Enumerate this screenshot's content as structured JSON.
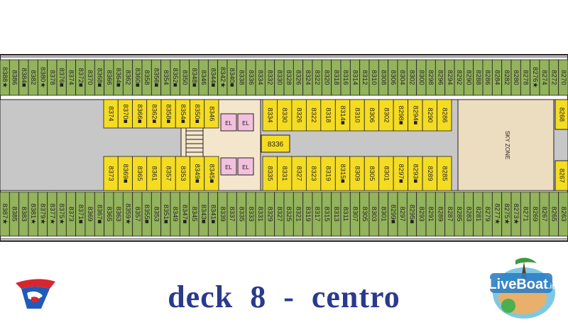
{
  "title": "deck  8  -  centro",
  "colors": {
    "outer_cabin": "#93b35c",
    "inner_cabin": "#f4dc23",
    "corridor": "#c7c7c7",
    "lobby": "#f4e6cc",
    "sky_zone": "#ecdcc0",
    "elevator": "#f2c1de",
    "title": "#2a3a8c",
    "outline": "#231f20"
  },
  "sky_zone_label": "SKY ZONE",
  "center_cabin": "8336",
  "elevator_label": "EL",
  "top_outer_row": [
    "8388★",
    "8386",
    "8384■",
    "8382",
    "8380★",
    "8378",
    "8376■",
    "8374",
    "8372■",
    "8370",
    "8368■",
    "8366",
    "8364■",
    "8362",
    "8360■",
    "8358",
    "8356■",
    "8354",
    "8352■",
    "8350",
    "8348■",
    "8346",
    "8344■",
    "8342★",
    "8340■",
    "8338",
    "8336",
    "8334",
    "8332",
    "8330",
    "8328",
    "8326",
    "8324",
    "8322",
    "8320",
    "8318",
    "8316",
    "8314",
    "8312",
    "8310",
    "8308",
    "8306",
    "8304",
    "8302",
    "8300",
    "8298",
    "8296",
    "8294",
    "8292",
    "8290",
    "8288",
    "8286",
    "8284",
    "8282",
    "8280",
    "8278",
    "8276★",
    "8274",
    "8272",
    "8270"
  ],
  "upper_inner_left": [
    "8374",
    "8370■",
    "8366■",
    "8362■",
    "8358■",
    "8354■",
    "8350■",
    "8346"
  ],
  "upper_inner_right": [
    "8334",
    "8330",
    "8326",
    "8322",
    "8318",
    "8314■",
    "8310",
    "8306",
    "8302",
    "8298■",
    "8294■",
    "8290",
    "8286"
  ],
  "lower_inner_left": [
    "8373",
    "8369■",
    "8365",
    "8361",
    "8357",
    "8353",
    "8349■",
    "8345■"
  ],
  "lower_inner_right": [
    "8335",
    "8331",
    "8327",
    "8323",
    "8319",
    "8315■",
    "8309",
    "8305",
    "8301",
    "8297■",
    "8293■",
    "8289",
    "8285"
  ],
  "bottom_outer_row": [
    "8387★",
    "8385",
    "8383",
    "8381★",
    "8379★",
    "8377★",
    "8375★",
    "8373",
    "8371■",
    "8369",
    "8367■",
    "8365",
    "8363",
    "8359★",
    "8357",
    "8355■",
    "8353",
    "8351■",
    "8349",
    "8347■",
    "8345",
    "8343■",
    "8341■",
    "8339",
    "8337",
    "8335",
    "8333",
    "8331",
    "8329",
    "8327",
    "8325",
    "8321",
    "8319",
    "8317",
    "8315",
    "8313",
    "8311",
    "8307",
    "8305",
    "8303",
    "8301",
    "8299■",
    "8297",
    "8295■",
    "8293",
    "8291",
    "8289",
    "8287",
    "8285",
    "8283",
    "8281",
    "8279",
    "8277★",
    "8275★",
    "8273★",
    "8271",
    "8269",
    "8267",
    "8265",
    "8263"
  ],
  "sky_zone_right_top": "8268",
  "sky_zone_right_bottom": "8267"
}
